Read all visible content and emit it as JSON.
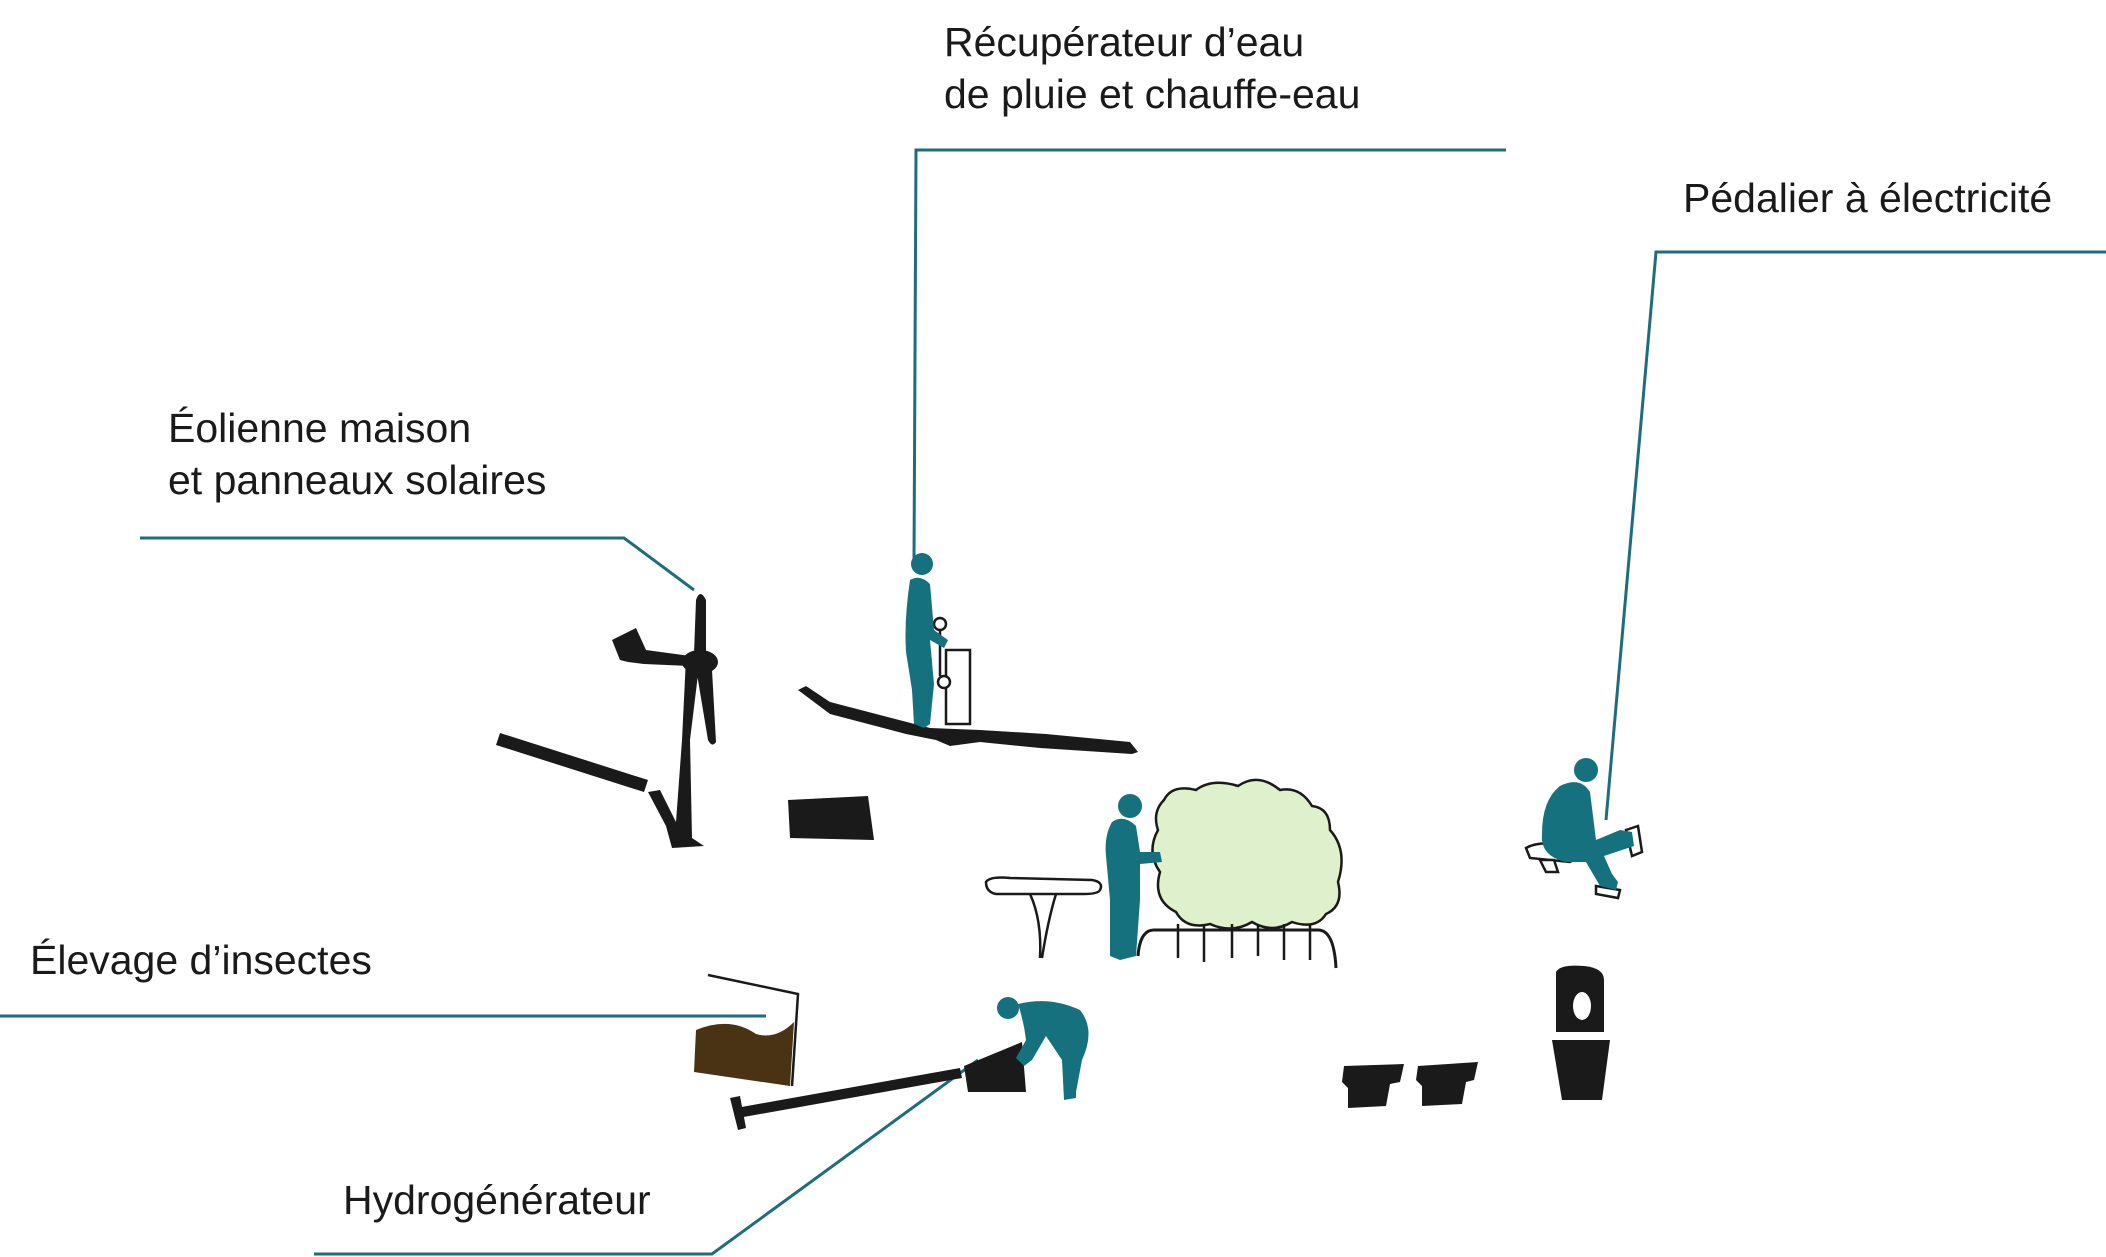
{
  "colors": {
    "leader": "#1e6d7d",
    "person": "#16717f",
    "object": "#1a1a1a",
    "foliage": "#dff0cc",
    "soil": "#4a3214",
    "background": "#ffffff"
  },
  "labels": {
    "recuperateur": {
      "line1": "Récupérateur d’eau",
      "line2": "de pluie et chauffe-eau"
    },
    "pedalier": {
      "line1": "Pédalier à électricité"
    },
    "eolienne": {
      "line1": "Éolienne maison",
      "line2": "et panneaux solaires"
    },
    "elevage": {
      "line1": "Élevage d’insectes"
    },
    "hydro": {
      "line1": "Hydrogénérateur"
    }
  },
  "icons": [
    "wind-turbine-icon",
    "solar-panel-icon",
    "rain-collector-icon",
    "pedal-generator-icon",
    "insect-farm-icon",
    "hydrogenerator-icon",
    "person-icon",
    "tree-icon",
    "table-icon",
    "toilet-icon",
    "stool-icon"
  ]
}
